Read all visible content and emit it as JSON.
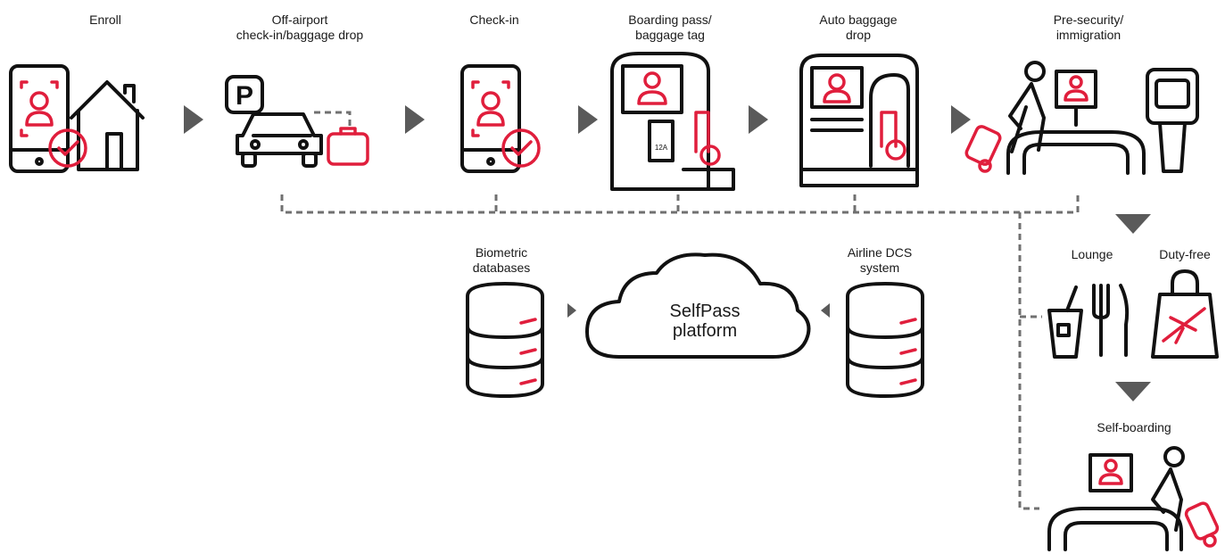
{
  "steps": [
    {
      "label_1": "Enroll",
      "label_2": ""
    },
    {
      "label_1": "Off-airport",
      "label_2": "check-in/baggage drop"
    },
    {
      "label_1": "Check-in",
      "label_2": ""
    },
    {
      "label_1": "Boarding pass/",
      "label_2": "baggage tag"
    },
    {
      "label_1": "Auto baggage",
      "label_2": "drop"
    },
    {
      "label_1": "Pre-security/",
      "label_2": "immigration"
    }
  ],
  "systems": {
    "biometric": {
      "label_1": "Biometric",
      "label_2": "databases"
    },
    "airline": {
      "label_1": "Airline DCS",
      "label_2": "system"
    },
    "platform": {
      "label_1": "SelfPass",
      "label_2": "platform"
    }
  },
  "post_security": {
    "lounge": "Lounge",
    "duty_free": "Duty-free",
    "self_boarding": "Self-boarding"
  },
  "icon_texts": {
    "parking": "P",
    "seat": "12A"
  },
  "colors": {
    "accent": "#e01e3c",
    "ink": "#111111",
    "connector": "#707070",
    "arrow": "#5a5a5a"
  }
}
